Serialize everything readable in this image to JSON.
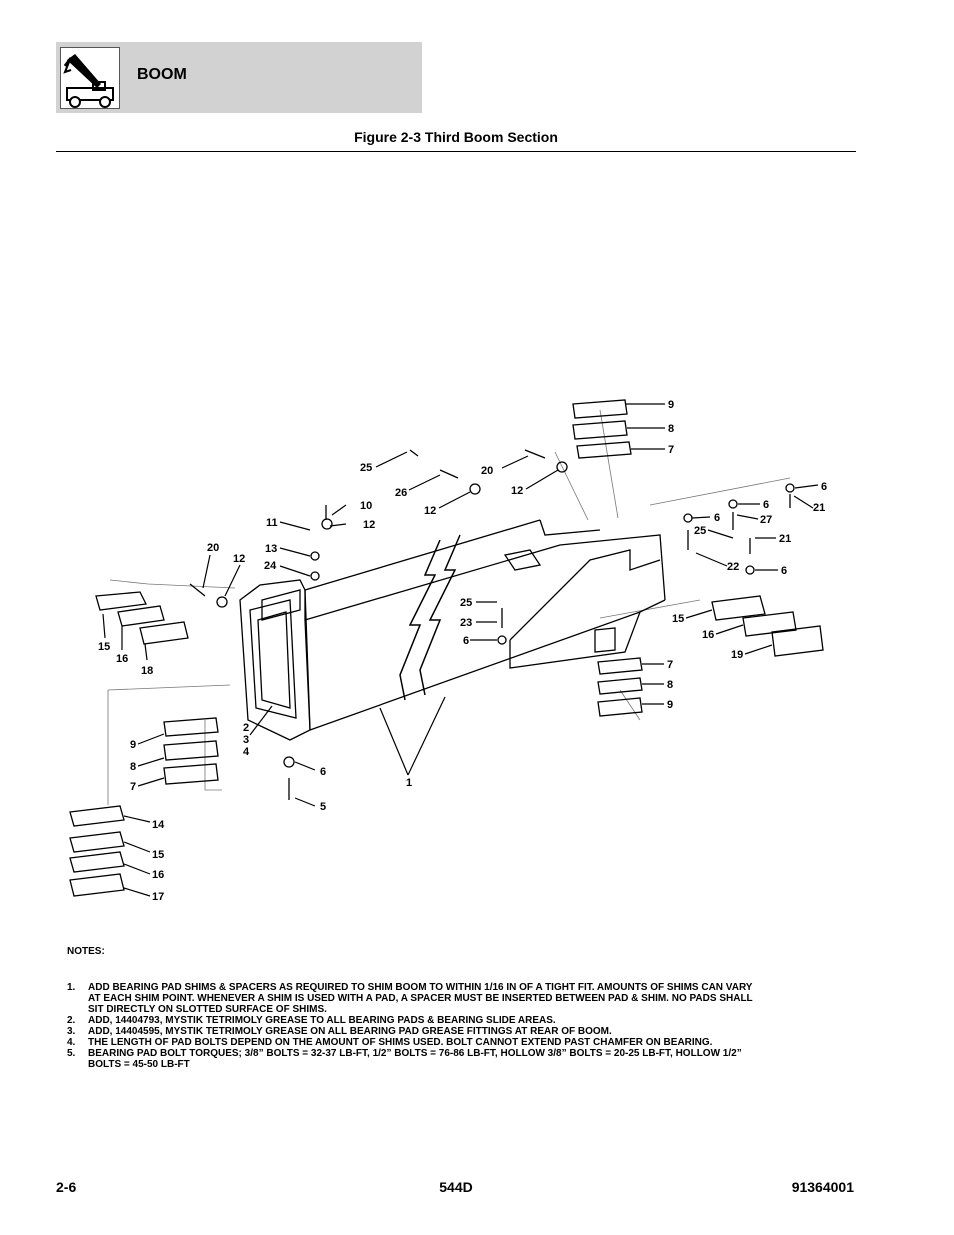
{
  "header": {
    "section_title": "BOOM",
    "icon": "telehandler-boom-icon"
  },
  "figure_title": "Figure 2-3 Third Boom Section",
  "diagram": {
    "callouts": [
      {
        "id": "c9a",
        "label": "9"
      },
      {
        "id": "c8a",
        "label": "8"
      },
      {
        "id": "c7a",
        "label": "7"
      },
      {
        "id": "c25a",
        "label": "25"
      },
      {
        "id": "c20a",
        "label": "20"
      },
      {
        "id": "c26",
        "label": "26"
      },
      {
        "id": "c12a",
        "label": "12"
      },
      {
        "id": "c12b",
        "label": "12"
      },
      {
        "id": "c6a",
        "label": "6"
      },
      {
        "id": "c21a",
        "label": "21"
      },
      {
        "id": "c6b",
        "label": "6"
      },
      {
        "id": "c27",
        "label": "27"
      },
      {
        "id": "c6c",
        "label": "6"
      },
      {
        "id": "c25b",
        "label": "25"
      },
      {
        "id": "c21b",
        "label": "21"
      },
      {
        "id": "c22",
        "label": "22"
      },
      {
        "id": "c6d",
        "label": "6"
      },
      {
        "id": "c10",
        "label": "10"
      },
      {
        "id": "c11",
        "label": "11"
      },
      {
        "id": "c12c",
        "label": "12"
      },
      {
        "id": "c13",
        "label": "13"
      },
      {
        "id": "c24",
        "label": "24"
      },
      {
        "id": "c20b",
        "label": "20"
      },
      {
        "id": "c12d",
        "label": "12"
      },
      {
        "id": "c25c",
        "label": "25"
      },
      {
        "id": "c23",
        "label": "23"
      },
      {
        "id": "c6e",
        "label": "6"
      },
      {
        "id": "c15a",
        "label": "15"
      },
      {
        "id": "c16a",
        "label": "16"
      },
      {
        "id": "c19",
        "label": "19"
      },
      {
        "id": "c7b",
        "label": "7"
      },
      {
        "id": "c8b",
        "label": "8"
      },
      {
        "id": "c9b",
        "label": "9"
      },
      {
        "id": "c15b",
        "label": "15"
      },
      {
        "id": "c16b",
        "label": "16"
      },
      {
        "id": "c18",
        "label": "18"
      },
      {
        "id": "c2",
        "label": "2"
      },
      {
        "id": "c3",
        "label": "3"
      },
      {
        "id": "c4",
        "label": "4"
      },
      {
        "id": "c9c",
        "label": "9"
      },
      {
        "id": "c8c",
        "label": "8"
      },
      {
        "id": "c7c",
        "label": "7"
      },
      {
        "id": "c6f",
        "label": "6"
      },
      {
        "id": "c5",
        "label": "5"
      },
      {
        "id": "c1",
        "label": "1"
      },
      {
        "id": "c14",
        "label": "14"
      },
      {
        "id": "c15c",
        "label": "15"
      },
      {
        "id": "c16c",
        "label": "16"
      },
      {
        "id": "c17",
        "label": "17"
      }
    ]
  },
  "notes": {
    "heading": "NOTES:",
    "items": [
      {
        "num": "1.",
        "text": "ADD BEARING PAD SHIMS & SPACERS AS REQUIRED TO SHIM BOOM TO WITHIN 1/16 IN OF A TIGHT FIT. AMOUNTS OF SHIMS CAN VARY AT EACH SHIM POINT. WHENEVER A SHIM IS USED WITH A PAD, A SPACER MUST BE INSERTED BETWEEN PAD & SHIM. NO PADS SHALL SIT DIRECTLY ON SLOTTED SURFACE OF SHIMS."
      },
      {
        "num": "2.",
        "text": "ADD, 14404793, MYSTIK TETRIMOLY GREASE TO ALL BEARING PADS & BEARING SLIDE AREAS."
      },
      {
        "num": "3.",
        "text": "ADD, 14404595, MYSTIK TETRIMOLY GREASE ON ALL BEARING PAD GREASE FITTINGS AT REAR OF BOOM."
      },
      {
        "num": "4.",
        "text": "THE LENGTH OF PAD BOLTS DEPEND ON THE AMOUNT OF SHIMS USED. BOLT CANNOT EXTEND PAST CHAMFER ON BEARING."
      },
      {
        "num": "5.",
        "text": "BEARING PAD BOLT TORQUES; 3/8” BOLTS = 32-37 LB-FT, 1/2” BOLTS = 76-86 LB-FT, HOLLOW 3/8” BOLTS = 20-25 LB-FT, HOLLOW 1/2” BOLTS = 45-50 LB-FT"
      }
    ]
  },
  "footer": {
    "page": "2-6",
    "model": "544D",
    "doc_number": "91364001"
  }
}
